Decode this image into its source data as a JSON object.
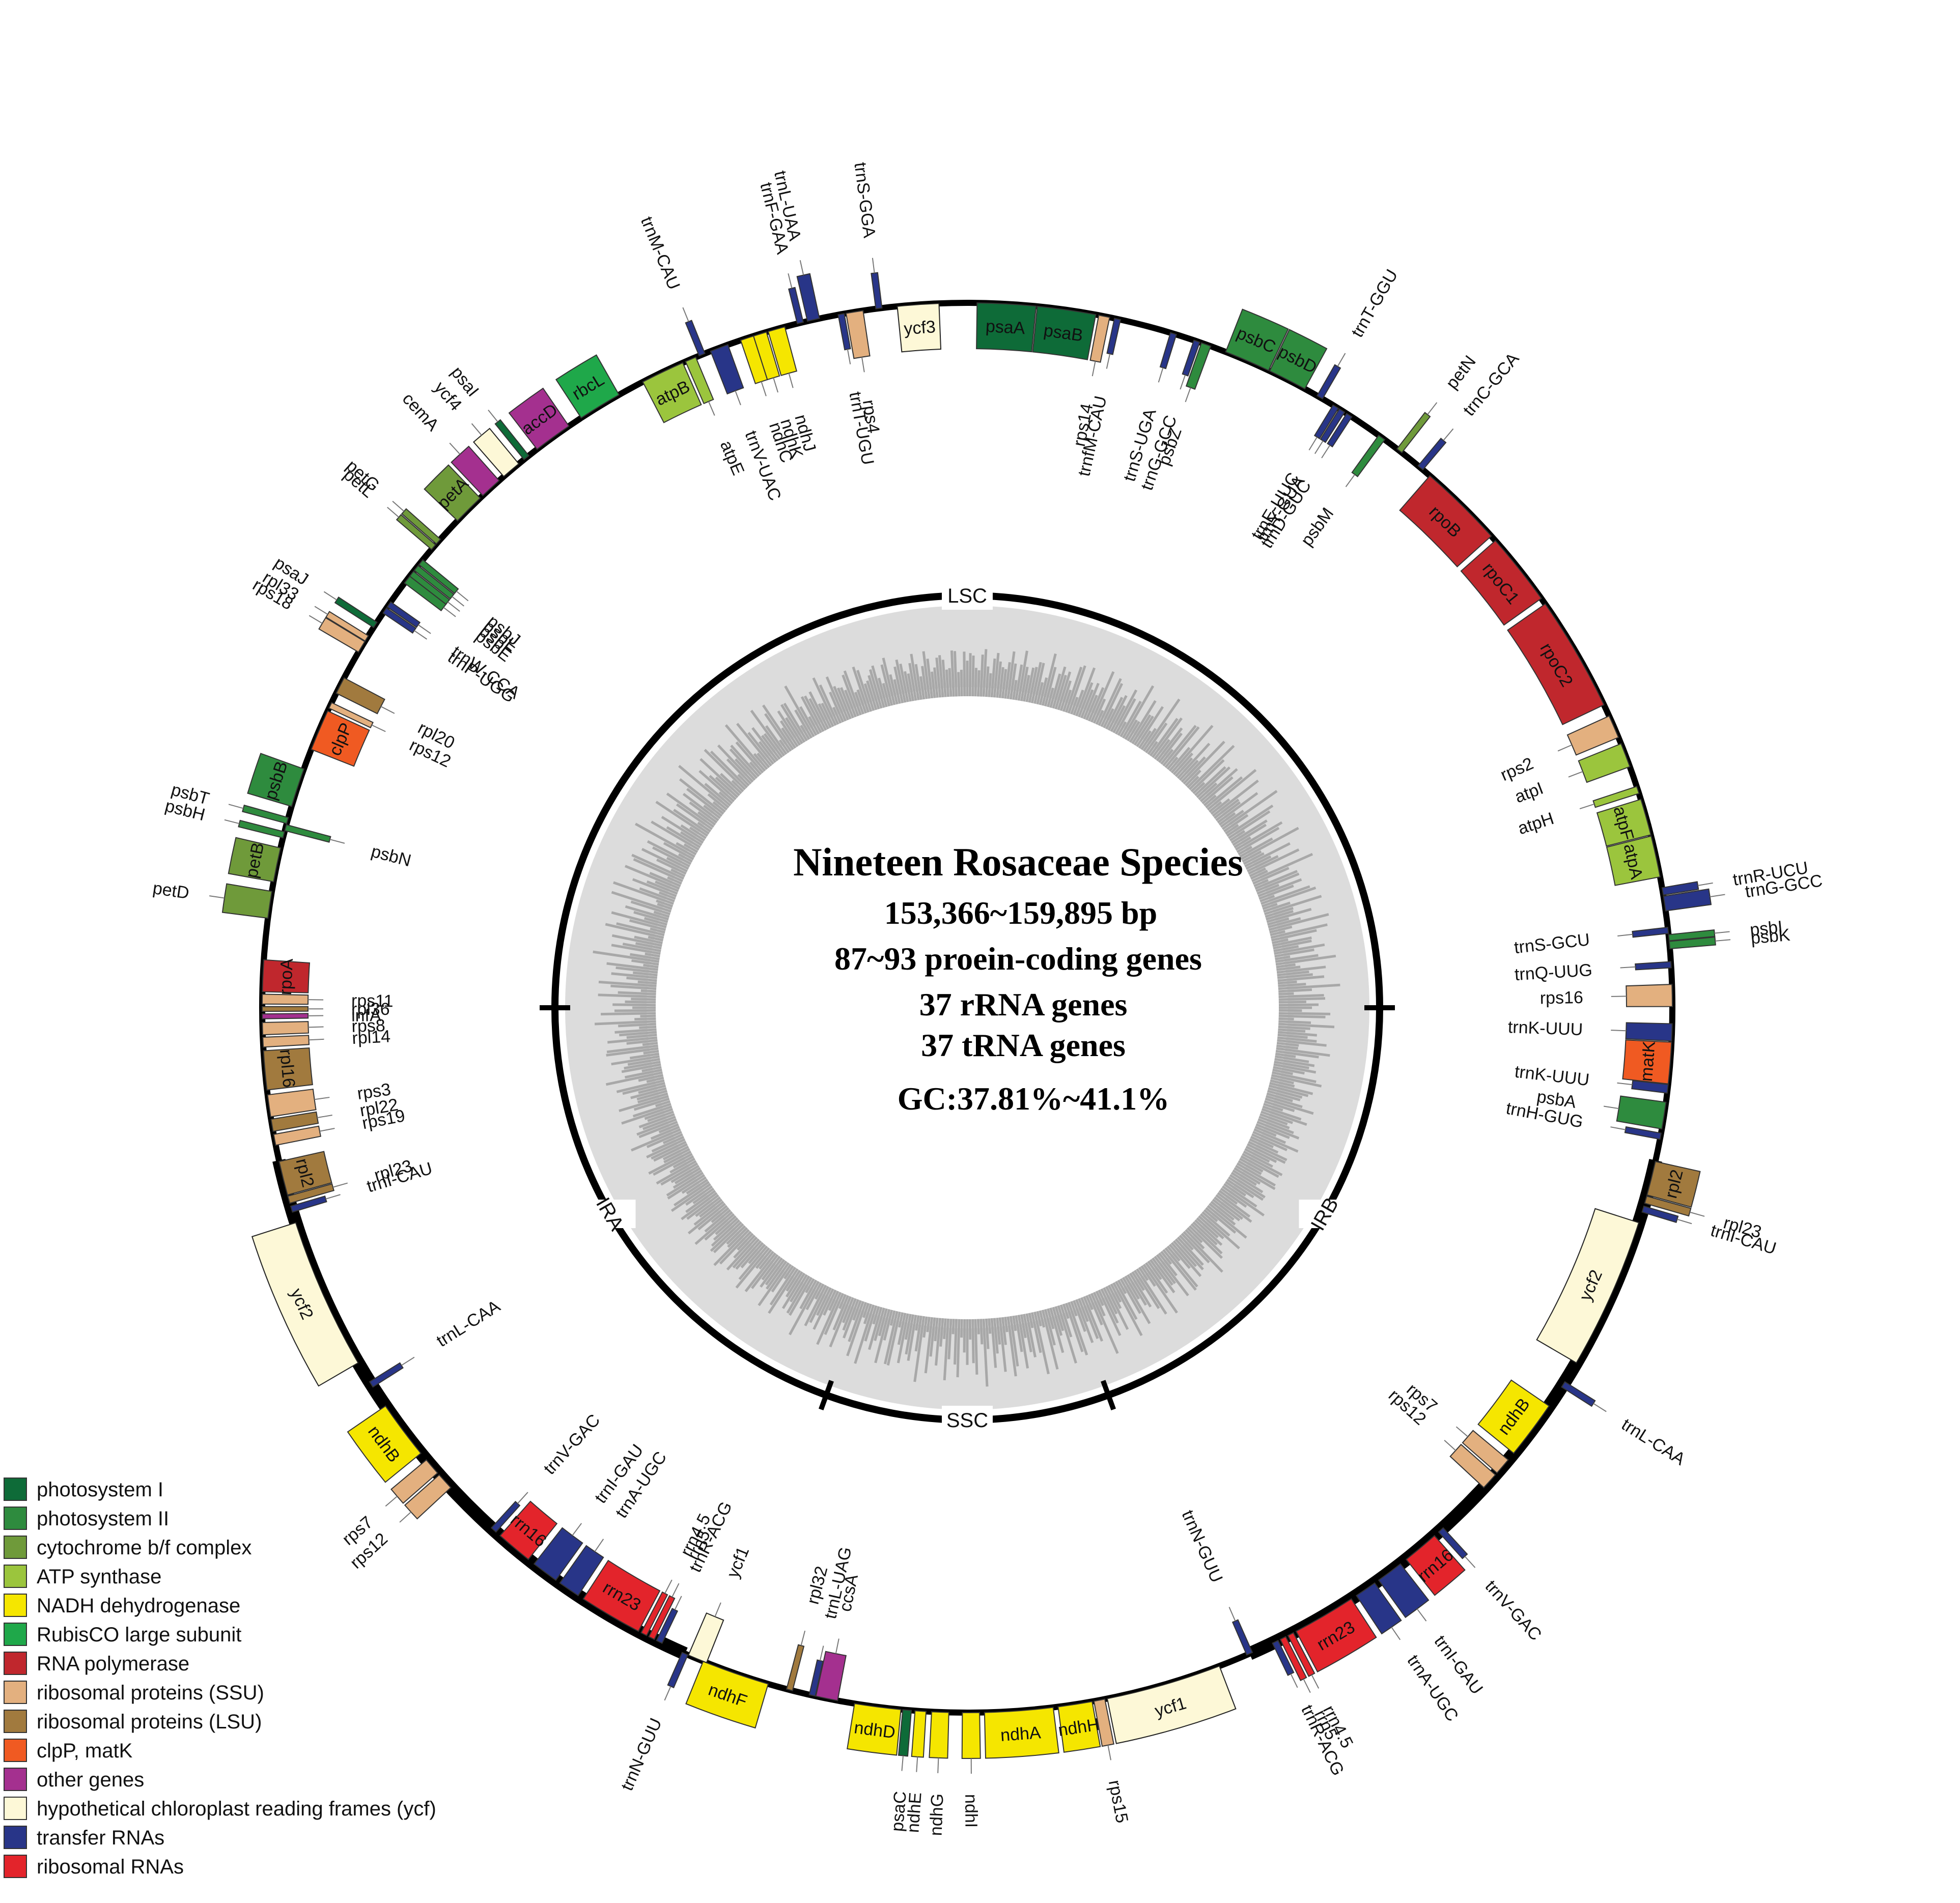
{
  "center": {
    "title": "Nineteen Rosaceae Species",
    "length": "153,366~159,895 bp",
    "protein": "87~93 proein-coding genes",
    "rrna": "37 rRNA genes",
    "trna": "37 tRNA genes",
    "gc": "GC:37.81%~41.1%"
  },
  "regions": [
    {
      "label": "LSC",
      "angle": 0
    },
    {
      "label": "IRB",
      "angle": 120
    },
    {
      "label": "SSC",
      "angle": 180
    },
    {
      "label": "IRA",
      "angle": 240
    }
  ],
  "colors": {
    "psI": "#0e6b38",
    "psII": "#2e8b3e",
    "cyt": "#6f9a3a",
    "atp": "#9bc53d",
    "ndh": "#f5e600",
    "rbc": "#1fa84a",
    "rpo": "#c0272d",
    "ssu": "#e3b07f",
    "lsu": "#a17a3e",
    "clp": "#f05a22",
    "other": "#a4308f",
    "ycf": "#fdf8d7",
    "trna": "#283588",
    "rrna": "#e3242b"
  },
  "legend": [
    {
      "label": "photosystem I",
      "color": "#0e6b38"
    },
    {
      "label": "photosystem II",
      "color": "#2e8b3e"
    },
    {
      "label": "cytochrome b/f complex",
      "color": "#6f9a3a"
    },
    {
      "label": "ATP synthase",
      "color": "#9bc53d"
    },
    {
      "label": "NADH dehydrogenase",
      "color": "#f5e600"
    },
    {
      "label": "RubisCO large subunit",
      "color": "#1fa84a"
    },
    {
      "label": "RNA polymerase",
      "color": "#c0272d"
    },
    {
      "label": "ribosomal proteins (SSU)",
      "color": "#e3b07f"
    },
    {
      "label": "ribosomal proteins (LSU)",
      "color": "#a17a3e"
    },
    {
      "label": "clpP, matK",
      "color": "#f05a22"
    },
    {
      "label": "other genes",
      "color": "#a4308f"
    },
    {
      "label": "hypothetical chloroplast reading frames (ycf)",
      "color": "#fdf8d7"
    },
    {
      "label": "transfer RNAs",
      "color": "#283588"
    },
    {
      "label": "ribosomal RNAs",
      "color": "#e3242b"
    }
  ],
  "genes": [
    {
      "name": "trnG-GCC",
      "type": "trna",
      "a": 19.0,
      "w": 0.5,
      "side": "in"
    },
    {
      "name": "psbZ",
      "type": "psII",
      "a": 19.8,
      "w": 0.8,
      "side": "in"
    },
    {
      "name": "psbC",
      "type": "psII",
      "a": 23.4,
      "w": 3.8,
      "side": "out"
    },
    {
      "name": "psbD",
      "type": "psII",
      "a": 27.0,
      "w": 3.2,
      "side": "out"
    },
    {
      "name": "trnT-GGU",
      "type": "trna",
      "a": 30.0,
      "w": 0.5,
      "side": "out"
    },
    {
      "name": "trnE-UUC",
      "type": "trna",
      "a": 31.5,
      "w": 0.5,
      "side": "in"
    },
    {
      "name": "trnY-GUA",
      "type": "trna",
      "a": 32.1,
      "w": 0.5,
      "side": "in"
    },
    {
      "name": "trnD-GUC",
      "type": "trna",
      "a": 32.8,
      "w": 0.5,
      "side": "in"
    },
    {
      "name": "psbM",
      "type": "psII",
      "a": 36.0,
      "w": 0.6,
      "side": "in"
    },
    {
      "name": "petN",
      "type": "cyt",
      "a": 37.8,
      "w": 0.5,
      "side": "out"
    },
    {
      "name": "trnC-GCA",
      "type": "trna",
      "a": 40.0,
      "w": 0.5,
      "side": "out"
    },
    {
      "name": "rpoB",
      "type": "rpo",
      "a": 44.5,
      "w": 7.0,
      "side": "in"
    },
    {
      "name": "rpoC1",
      "type": "rpo",
      "a": 51.5,
      "w": 6.0,
      "side": "in"
    },
    {
      "name": "rpoC2",
      "type": "rpo",
      "a": 59.8,
      "w": 9.5,
      "side": "in"
    },
    {
      "name": "rps2",
      "type": "ssu",
      "a": 66.5,
      "w": 1.9,
      "side": "in"
    },
    {
      "name": "atpI",
      "type": "atp",
      "a": 69.0,
      "w": 2.0,
      "side": "in"
    },
    {
      "name": "atpH",
      "type": "atp",
      "a": 72.0,
      "w": 0.6,
      "side": "in"
    },
    {
      "name": "atpF",
      "type": "atp",
      "a": 74.3,
      "w": 3.0,
      "side": "in"
    },
    {
      "name": "atpA",
      "type": "atp",
      "a": 77.6,
      "w": 3.4,
      "side": "in"
    },
    {
      "name": "trnR-UCU",
      "type": "trna",
      "a": 80.5,
      "w": 0.6,
      "side": "out"
    },
    {
      "name": "trnG-GCC",
      "type": "trna",
      "a": 81.5,
      "w": 1.2,
      "side": "out"
    },
    {
      "name": "trnS-GCU",
      "type": "trna",
      "a": 83.7,
      "w": 0.5,
      "side": "in"
    },
    {
      "name": "psbI",
      "type": "psII",
      "a": 84.3,
      "w": 0.5,
      "side": "out"
    },
    {
      "name": "psbK",
      "type": "psII",
      "a": 84.9,
      "w": 0.6,
      "side": "out"
    },
    {
      "name": "trnQ-UUG",
      "type": "trna",
      "a": 86.5,
      "w": 0.5,
      "side": "in"
    },
    {
      "name": "rps16",
      "type": "ssu",
      "a": 89.0,
      "w": 1.8,
      "side": "in"
    },
    {
      "name": "trnK-UUU",
      "type": "trna",
      "a": 92.0,
      "w": 1.4,
      "side": "in"
    },
    {
      "name": "matK",
      "type": "clp",
      "a": 94.5,
      "w": 3.4,
      "side": "in"
    },
    {
      "name": "trnK-UUU",
      "type": "trna",
      "a": 96.6,
      "w": 0.7,
      "side": "in"
    },
    {
      "name": "psbA",
      "type": "psII",
      "a": 98.8,
      "w": 2.2,
      "side": "in"
    },
    {
      "name": "trnH-GUG",
      "type": "trna",
      "a": 100.5,
      "w": 0.5,
      "side": "in"
    },
    {
      "name": "rpl2",
      "type": "lsu",
      "a": 104.0,
      "w": 2.8,
      "side": "out"
    },
    {
      "name": "rpl23",
      "type": "lsu",
      "a": 105.8,
      "w": 0.6,
      "side": "out"
    },
    {
      "name": "trnI-CAU",
      "type": "trna",
      "a": 106.6,
      "w": 0.5,
      "side": "out"
    },
    {
      "name": "ycf2",
      "type": "ycf",
      "a": 114.0,
      "w": 12.5,
      "side": "in"
    },
    {
      "name": "trnL-CAA",
      "type": "trna",
      "a": 122.3,
      "w": 0.5,
      "side": "out"
    },
    {
      "name": "ndhB",
      "type": "ndh",
      "a": 126.8,
      "w": 4.8,
      "side": "in"
    },
    {
      "name": "rps7",
      "type": "ssu",
      "a": 130.6,
      "w": 1.4,
      "side": "in"
    },
    {
      "name": "rps12",
      "type": "ssu",
      "a": 132.2,
      "w": 1.4,
      "side": "in"
    },
    {
      "name": "trnV-GAC",
      "type": "trna",
      "a": 137.8,
      "w": 0.5,
      "side": "out"
    },
    {
      "name": "rrn16",
      "type": "rrna",
      "a": 140.0,
      "w": 3.0,
      "side": "out"
    },
    {
      "name": "trnI-GAU",
      "type": "trna",
      "a": 143.2,
      "w": 2.2,
      "side": "out"
    },
    {
      "name": "trnA-UGC",
      "type": "trna",
      "a": 145.6,
      "w": 1.8,
      "side": "out"
    },
    {
      "name": "rrn23",
      "type": "rrna",
      "a": 149.6,
      "w": 5.2,
      "side": "out"
    },
    {
      "name": "rrn4.5",
      "type": "rrna",
      "a": 152.7,
      "w": 0.5,
      "side": "out"
    },
    {
      "name": "rrn5",
      "type": "rrna",
      "a": 153.4,
      "w": 0.5,
      "side": "out"
    },
    {
      "name": "trnR-ACG",
      "type": "trna",
      "a": 154.1,
      "w": 0.5,
      "side": "out"
    },
    {
      "name": "trnN-GUU",
      "type": "trna",
      "a": 156.4,
      "w": 0.5,
      "side": "in"
    },
    {
      "name": "ycf1",
      "type": "ycf",
      "a": 163.8,
      "w": 9.5,
      "side": "out"
    },
    {
      "name": "rps15",
      "type": "ssu",
      "a": 169.2,
      "w": 0.9,
      "side": "out"
    },
    {
      "name": "ndhH",
      "type": "ndh",
      "a": 171.2,
      "w": 2.8,
      "side": "out"
    },
    {
      "name": "ndhA",
      "type": "ndh",
      "a": 175.8,
      "w": 5.6,
      "side": "out"
    },
    {
      "name": "ndhI",
      "type": "ndh",
      "a": 179.7,
      "w": 1.4,
      "side": "out"
    },
    {
      "name": "ndhG",
      "type": "ndh",
      "a": 182.2,
      "w": 1.4,
      "side": "out"
    },
    {
      "name": "ndhE",
      "type": "ndh",
      "a": 183.8,
      "w": 0.9,
      "side": "out"
    },
    {
      "name": "psaC",
      "type": "psI",
      "a": 184.9,
      "w": 0.7,
      "side": "out"
    },
    {
      "name": "ndhD",
      "type": "ndh",
      "a": 187.3,
      "w": 3.8,
      "side": "out"
    },
    {
      "name": "ccsA",
      "type": "other",
      "a": 191.5,
      "w": 1.8,
      "side": "in"
    },
    {
      "name": "trnL-UAG",
      "type": "trna",
      "a": 192.7,
      "w": 0.5,
      "side": "in"
    },
    {
      "name": "rpl32",
      "type": "lsu",
      "a": 194.6,
      "w": 0.5,
      "side": "in"
    },
    {
      "name": "ndhF",
      "type": "ndh",
      "a": 199.2,
      "w": 5.6,
      "side": "out"
    },
    {
      "name": "ycf1",
      "type": "ycf",
      "a": 202.5,
      "w": 1.6,
      "side": "in"
    },
    {
      "name": "trnN-GUU",
      "type": "trna",
      "a": 203.6,
      "w": 0.5,
      "side": "out"
    },
    {
      "name": "trnR-ACG",
      "type": "trna",
      "a": 205.9,
      "w": 0.5,
      "side": "in"
    },
    {
      "name": "rrn5",
      "type": "rrna",
      "a": 206.6,
      "w": 0.5,
      "side": "in"
    },
    {
      "name": "rrn4.5",
      "type": "rrna",
      "a": 207.3,
      "w": 0.5,
      "side": "in"
    },
    {
      "name": "rrn23",
      "type": "rrna",
      "a": 210.4,
      "w": 5.2,
      "side": "in"
    },
    {
      "name": "trnA-UGC",
      "type": "trna",
      "a": 214.4,
      "w": 1.8,
      "side": "in"
    },
    {
      "name": "trnI-GAU",
      "type": "trna",
      "a": 216.8,
      "w": 2.2,
      "side": "in"
    },
    {
      "name": "rrn16",
      "type": "rrna",
      "a": 220.0,
      "w": 3.0,
      "side": "in"
    },
    {
      "name": "trnV-GAC",
      "type": "trna",
      "a": 222.2,
      "w": 0.5,
      "side": "in"
    },
    {
      "name": "rps12",
      "type": "ssu",
      "a": 227.8,
      "w": 1.4,
      "side": "out"
    },
    {
      "name": "rps7",
      "type": "ssu",
      "a": 229.4,
      "w": 1.4,
      "side": "out"
    },
    {
      "name": "ndhB",
      "type": "ndh",
      "a": 233.2,
      "w": 4.8,
      "side": "out"
    },
    {
      "name": "trnL-CAA",
      "type": "trna",
      "a": 237.7,
      "w": 0.5,
      "side": "in"
    },
    {
      "name": "ycf2",
      "type": "ycf",
      "a": 246.0,
      "w": 12.5,
      "side": "out"
    },
    {
      "name": "trnI-CAU",
      "type": "trna",
      "a": 253.4,
      "w": 0.5,
      "side": "in"
    },
    {
      "name": "rpl23",
      "type": "lsu",
      "a": 254.2,
      "w": 0.6,
      "side": "in"
    },
    {
      "name": "rpl2",
      "type": "lsu",
      "a": 256.0,
      "w": 2.8,
      "side": "in"
    },
    {
      "name": "rps19",
      "type": "ssu",
      "a": 259.2,
      "w": 0.9,
      "side": "in"
    },
    {
      "name": "rpl22",
      "type": "lsu",
      "a": 260.4,
      "w": 1.0,
      "side": "in"
    },
    {
      "name": "rps3",
      "type": "ssu",
      "a": 262.0,
      "w": 1.8,
      "side": "in"
    },
    {
      "name": "rpl16",
      "type": "lsu",
      "a": 264.9,
      "w": 3.2,
      "side": "in"
    },
    {
      "name": "rpl14",
      "type": "ssu",
      "a": 267.2,
      "w": 0.8,
      "side": "in"
    },
    {
      "name": "rps8",
      "type": "ssu",
      "a": 268.3,
      "w": 1.0,
      "side": "in"
    },
    {
      "name": "infA",
      "type": "other",
      "a": 269.3,
      "w": 0.4,
      "side": "in"
    },
    {
      "name": "rpl36",
      "type": "lsu",
      "a": 269.9,
      "w": 0.4,
      "side": "in"
    },
    {
      "name": "rps11",
      "type": "ssu",
      "a": 270.7,
      "w": 0.8,
      "side": "in"
    },
    {
      "name": "rpoA",
      "type": "rpo",
      "a": 272.6,
      "w": 2.6,
      "side": "in"
    },
    {
      "name": "petD",
      "type": "cyt",
      "a": 278.4,
      "w": 2.2,
      "side": "out"
    },
    {
      "name": "petB",
      "type": "cyt",
      "a": 281.7,
      "w": 2.8,
      "side": "out"
    },
    {
      "name": "psbH",
      "type": "psII",
      "a": 284.2,
      "w": 0.5,
      "side": "out"
    },
    {
      "name": "psbN",
      "type": "psII",
      "a": 284.8,
      "w": 0.5,
      "side": "in"
    },
    {
      "name": "psbT",
      "type": "psII",
      "a": 285.4,
      "w": 0.5,
      "side": "out"
    },
    {
      "name": "psbB",
      "type": "psII",
      "a": 288.2,
      "w": 3.2,
      "side": "out"
    },
    {
      "name": "clpP",
      "type": "clp",
      "a": 293.2,
      "w": 3.4,
      "side": "in"
    },
    {
      "name": "rps12",
      "type": "ssu",
      "a": 295.4,
      "w": 0.5,
      "side": "in"
    },
    {
      "name": "rpl20",
      "type": "lsu",
      "a": 297.2,
      "w": 1.4,
      "side": "in"
    },
    {
      "name": "rps18",
      "type": "ssu",
      "a": 300.8,
      "w": 1.0,
      "side": "out"
    },
    {
      "name": "rpl33",
      "type": "ssu",
      "a": 301.6,
      "w": 0.5,
      "side": "out"
    },
    {
      "name": "psaJ",
      "type": "psI",
      "a": 302.9,
      "w": 0.5,
      "side": "out"
    },
    {
      "name": "trnP-UGG",
      "type": "trna",
      "a": 304.3,
      "w": 0.5,
      "side": "in"
    },
    {
      "name": "trnW-CCA",
      "type": "trna",
      "a": 304.9,
      "w": 0.5,
      "side": "in"
    },
    {
      "name": "psbE",
      "type": "psII",
      "a": 307.4,
      "w": 0.7,
      "side": "in"
    },
    {
      "name": "psbF",
      "type": "psII",
      "a": 308.0,
      "w": 0.5,
      "side": "in"
    },
    {
      "name": "psbL",
      "type": "psII",
      "a": 308.6,
      "w": 0.5,
      "side": "in"
    },
    {
      "name": "psbJ",
      "type": "psII",
      "a": 309.2,
      "w": 0.5,
      "side": "in"
    },
    {
      "name": "petL",
      "type": "cyt",
      "a": 310.8,
      "w": 0.5,
      "side": "out"
    },
    {
      "name": "petG",
      "type": "cyt",
      "a": 311.4,
      "w": 0.5,
      "side": "out"
    },
    {
      "name": "petA",
      "type": "cyt",
      "a": 315.0,
      "w": 2.6,
      "side": "out"
    },
    {
      "name": "cemA",
      "type": "other",
      "a": 317.5,
      "w": 1.8,
      "side": "out"
    },
    {
      "name": "ycf4",
      "type": "ycf",
      "a": 319.7,
      "w": 1.6,
      "side": "out"
    },
    {
      "name": "psaI",
      "type": "psI",
      "a": 321.3,
      "w": 0.5,
      "side": "out"
    },
    {
      "name": "accD",
      "type": "other",
      "a": 324.0,
      "w": 3.2,
      "side": "out"
    },
    {
      "name": "rbcL",
      "type": "rbc",
      "a": 328.6,
      "w": 3.6,
      "side": "out"
    },
    {
      "name": "atpB",
      "type": "atp",
      "a": 334.4,
      "w": 3.6,
      "side": "in"
    },
    {
      "name": "atpE",
      "type": "atp",
      "a": 336.9,
      "w": 0.9,
      "side": "in"
    },
    {
      "name": "trnM-CAU",
      "type": "trna",
      "a": 337.9,
      "w": 0.5,
      "side": "out"
    },
    {
      "name": "trnV-UAC",
      "type": "trna",
      "a": 339.4,
      "w": 1.5,
      "side": "in"
    },
    {
      "name": "ndhC",
      "type": "ndh",
      "a": 341.8,
      "w": 1.1,
      "side": "in"
    },
    {
      "name": "ndhK",
      "type": "ndh",
      "a": 342.9,
      "w": 1.1,
      "side": "in"
    },
    {
      "name": "ndhJ",
      "type": "ndh",
      "a": 344.3,
      "w": 1.4,
      "side": "in"
    },
    {
      "name": "trnF-GAA",
      "type": "trna",
      "a": 346.3,
      "w": 0.5,
      "side": "out"
    },
    {
      "name": "trnL-UAA",
      "type": "trna",
      "a": 347.4,
      "w": 1.0,
      "side": "out"
    },
    {
      "name": "trnT-UGU",
      "type": "trna",
      "a": 349.7,
      "w": 0.5,
      "side": "in"
    },
    {
      "name": "rps4",
      "type": "ssu",
      "a": 350.8,
      "w": 1.4,
      "side": "in"
    },
    {
      "name": "trnS-GGA",
      "type": "trna",
      "a": 352.8,
      "w": 0.5,
      "side": "out"
    },
    {
      "name": "ycf3",
      "type": "ycf",
      "a": 356.0,
      "w": 3.4,
      "side": "in"
    },
    {
      "name": "psaA",
      "type": "psI",
      "a": 3.2,
      "w": 4.8,
      "side": "in"
    },
    {
      "name": "psaB",
      "type": "psI",
      "a": 8.1,
      "w": 4.8,
      "side": "in"
    },
    {
      "name": "rps14",
      "type": "ssu",
      "a": 11.2,
      "w": 0.9,
      "side": "in"
    },
    {
      "name": "trnfM-CAU",
      "type": "trna",
      "a": 12.3,
      "w": 0.5,
      "side": "in"
    },
    {
      "name": "trnS-UGA",
      "type": "trna",
      "a": 17.0,
      "w": 0.5,
      "side": "in"
    }
  ]
}
